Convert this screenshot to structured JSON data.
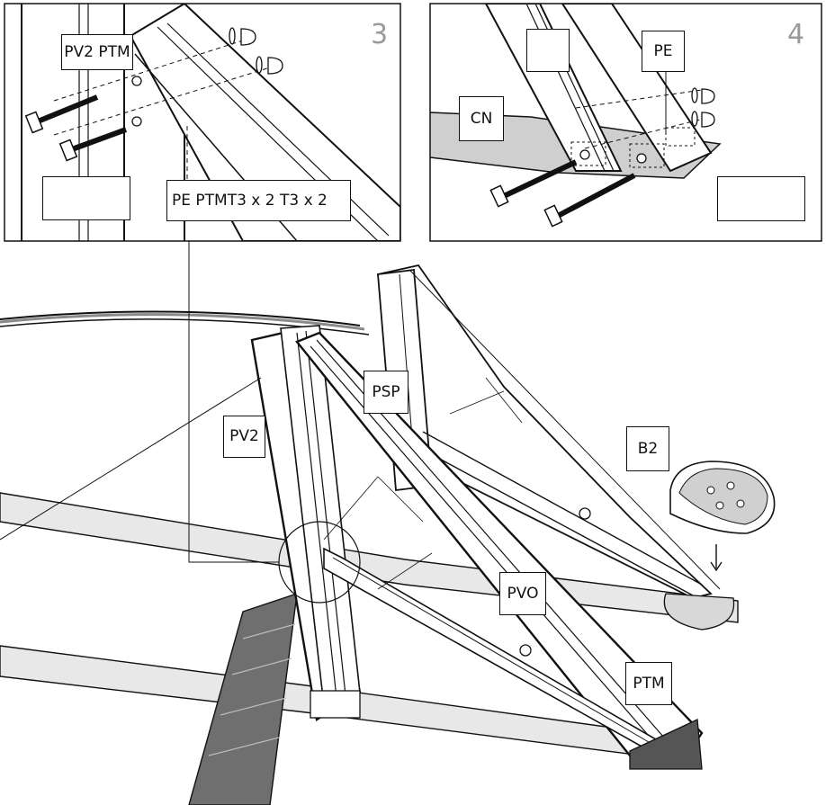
{
  "panels": {
    "step3": {
      "number": "3",
      "labels": {
        "pv2_ptm": "PV2 PTM",
        "pe_ptm_t3": "PE PTMT3 x 2 T3 x 2",
        "blank": ""
      }
    },
    "step4": {
      "number": "4",
      "labels": {
        "cn": "CN",
        "pe": "PE",
        "blank_top": "",
        "blank_bottom": ""
      }
    }
  },
  "main": {
    "labels": {
      "pv2": "PV2",
      "psp": "PSP",
      "b2": "B2",
      "pvo": "PVO",
      "ptm": "PTM"
    }
  },
  "colors": {
    "line": "#111111",
    "grey_fill": "#cfcfcf",
    "light_grey": "#e6e6e6",
    "dark_plank": "#6f6f6f",
    "step_number": "#9a9a9a"
  }
}
